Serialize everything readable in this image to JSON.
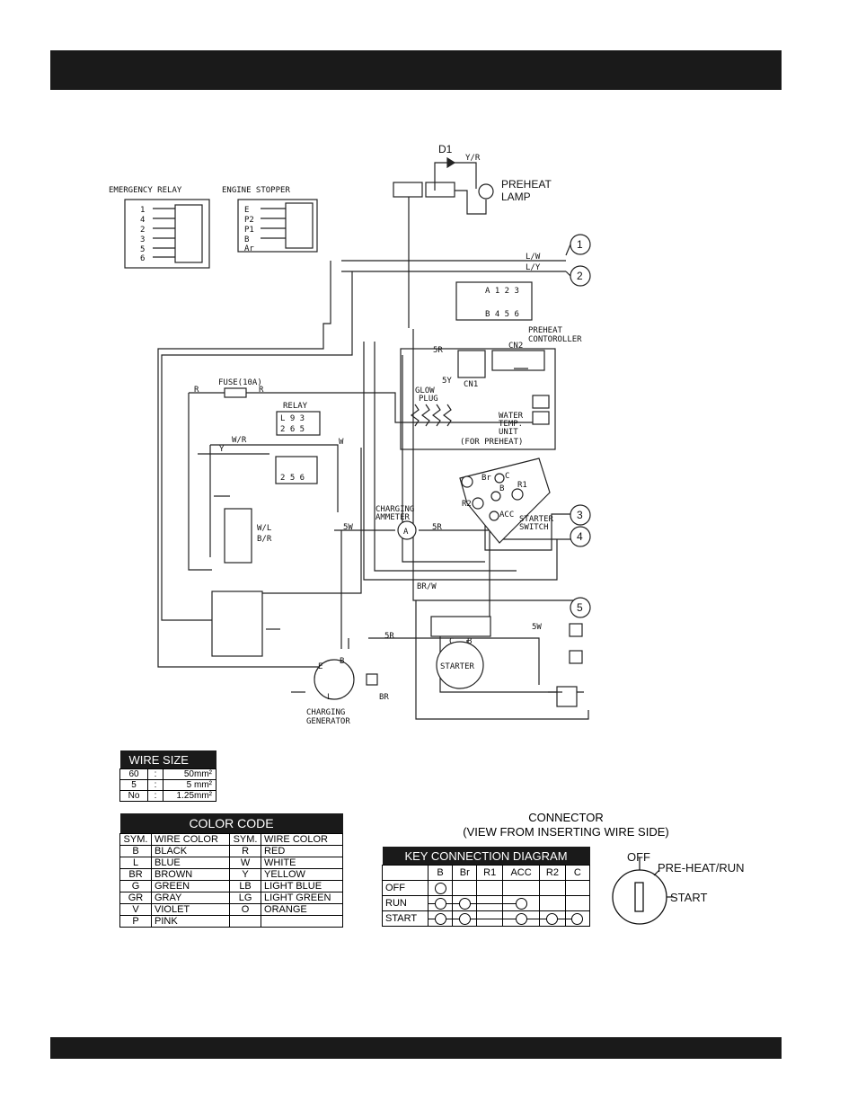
{
  "diagram": {
    "labels": {
      "emergency_relay": "EMERGENCY RELAY",
      "engine_stopper": "ENGINE STOPPER",
      "d1": "D1",
      "yr": "Y/R",
      "preheat_lamp_1": "PREHEAT",
      "preheat_lamp_2": "LAMP",
      "lw": "L/W",
      "ly": "L/Y",
      "preheat_controller_1": "PREHEAT",
      "preheat_controller_2": "CONTOROLLER",
      "fuse": "FUSE(10A)",
      "relay": "RELAY",
      "glow_plug_1": "GLOW",
      "glow_plug_2": "PLUG",
      "water_temp_1": "WATER",
      "water_temp_2": "TEMP.",
      "water_temp_3": "UNIT",
      "for_preheat": "(FOR PREHEAT)",
      "charging_ammeter_1": "CHARGING",
      "charging_ammeter_2": "AMMETER",
      "starter_switch_1": "STARTER",
      "starter_switch_2": "SWITCH",
      "starter": "STARTER",
      "charging_generator_1": "CHARGING",
      "charging_generator_2": "GENERATOR",
      "cn1": "CN1",
      "cn2": "CN2",
      "br_w": "BR/W",
      "w_r": "W/R",
      "w_l": "W/L",
      "b_r": "B/R"
    },
    "callouts": [
      "1",
      "2",
      "3",
      "4",
      "5"
    ]
  },
  "wire_size": {
    "title": "WIRE SIZE",
    "rows": [
      {
        "sym": "60",
        "sep": ":",
        "size": "50mm²"
      },
      {
        "sym": "5",
        "sep": ":",
        "size": "5 mm²"
      },
      {
        "sym": "No",
        "sep": ":",
        "size": "1.25mm²"
      }
    ]
  },
  "color_code": {
    "title": "COLOR CODE",
    "headers": [
      "SYM.",
      "WIRE COLOR",
      "SYM.",
      "WIRE COLOR"
    ],
    "rows": [
      [
        "B",
        "BLACK",
        "R",
        "RED"
      ],
      [
        "L",
        "BLUE",
        "W",
        "WHITE"
      ],
      [
        "BR",
        "BROWN",
        "Y",
        "YELLOW"
      ],
      [
        "G",
        "GREEN",
        "LB",
        "LIGHT BLUE"
      ],
      [
        "GR",
        "GRAY",
        "LG",
        "LIGHT GREEN"
      ],
      [
        "V",
        "VIOLET",
        "O",
        "ORANGE"
      ],
      [
        "P",
        "PINK",
        "",
        ""
      ]
    ]
  },
  "connector": {
    "line1": "CONNECTOR",
    "line2": "(VIEW FROM INSERTING WIRE SIDE)"
  },
  "key_connection": {
    "title": "KEY CONNECTION DIAGRAM",
    "columns": [
      "B",
      "Br",
      "R1",
      "ACC",
      "R2",
      "C"
    ],
    "rows": [
      {
        "name": "OFF"
      },
      {
        "name": "RUN"
      },
      {
        "name": "START"
      }
    ]
  },
  "key_switch": {
    "off": "OFF",
    "preheat_run": "PRE-HEAT/RUN",
    "start": "START"
  }
}
